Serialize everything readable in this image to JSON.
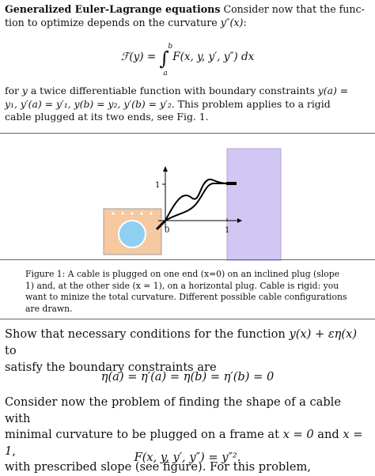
{
  "para1": {
    "title": "Generalized Euler-Lagrange equations",
    "text_a": " Consider now that the func-",
    "text_b": "tion to optimize depends on the curvature ",
    "ypp": "y″(x)",
    "colon": ":"
  },
  "eq1": {
    "lhs": "ℱ(y) = ",
    "int": "∫",
    "upper": "b",
    "lower": "a",
    "rhs": " F(x, y, y′, y″) dx"
  },
  "para2": {
    "l1a": "for ",
    "y": "y",
    "l1b": " a twice differentiable function with boundary constraints ",
    "c1": "y(a) =",
    "l2a": "y₁, y′(a) = y′₁, y(b) = y₂, y′(b) = y′₂",
    "l2b": ". This problem applies to a rigid",
    "l3": "cable plugged at its two ends, see Fig. 1."
  },
  "figure": {
    "tick_y": "1",
    "tick_x0": "0",
    "tick_x1": "1",
    "colors": {
      "plug": "#f6c9a0",
      "plug_border": "#9e9e9e",
      "circle": "#8fcff2",
      "frame": "#d2c7f3",
      "frame_border": "#b0a5d6"
    }
  },
  "caption": {
    "l1": "Figure 1: A cable is plugged on one end (x=0) on an inclined plug (slope",
    "l2": "1) and, at the other side (x = 1), on a horizontal plug. Cable is rigid: you",
    "l3": "want to minize the total curvature. Different possible cable configurations",
    "l4": "are drawn."
  },
  "para3": {
    "l1a": "Show that necessary conditions for the function ",
    "func": "y(x) + εη(x)",
    "l1b": " to",
    "l2": "satisfy the boundary constraints are"
  },
  "eq2": "η(a) = η′(a) = η(b) = η′(b) = 0",
  "para4": {
    "l1": "Consider now the problem of finding the shape of a cable with",
    "l2a": "minimal curvature to be plugged on a frame at ",
    "x0": "x = 0",
    "and": " and ",
    "x1": "x = 1",
    "comma": ",",
    "l3": "with prescribed slope (see figure). For this problem,"
  },
  "eq3": "F(x, y, y′, y″) = y″².",
  "icons": [
    "plug-socket-icon",
    "frame-icon"
  ]
}
